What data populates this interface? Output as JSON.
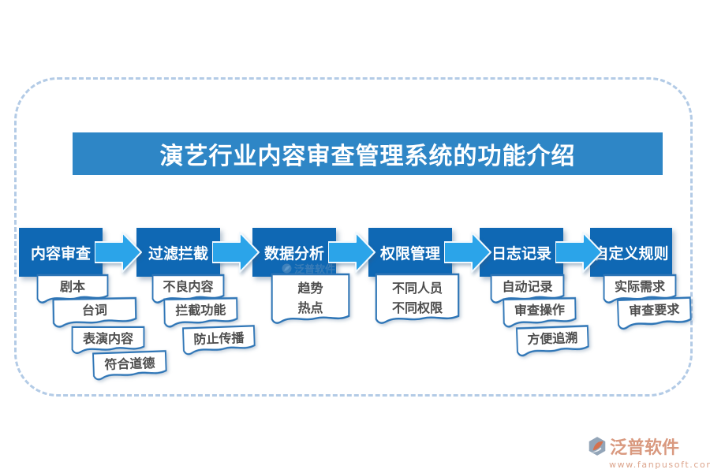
{
  "title": {
    "text": "演艺行业内容审查管理系统的功能介绍"
  },
  "flow": {
    "sections": [
      {
        "label": "内容审查",
        "cards": [
          "剧本",
          "台词",
          "表演内容",
          "符合道德"
        ]
      },
      {
        "label": "过滤拦截",
        "cards": [
          "不良内容",
          "拦截功能",
          "防止传播"
        ]
      },
      {
        "label": "数据分析",
        "cards": [
          "趋势\n热点"
        ]
      },
      {
        "label": "权限管理",
        "cards": [
          "不同人员\n不同权限"
        ]
      },
      {
        "label": "日志记录",
        "cards": [
          "自动记录",
          "审查操作",
          "方便追溯"
        ]
      },
      {
        "label": "自定义规则",
        "cards": [
          "实际需求",
          "审查要求"
        ]
      }
    ]
  },
  "watermark": {
    "text": "泛普软件"
  },
  "footer": {
    "brand": "泛普软件",
    "url": "www.fanpusoft.com"
  },
  "colors": {
    "banner_bg": "#2E86C6",
    "stage_bg": "#0F68B4",
    "arrow_fill": "#2BA4E9",
    "card_border": "#2E75B6",
    "card_text": "#4D4D4D",
    "frame_dash": "#B3CBE6",
    "brand_text": "#D9997F"
  }
}
